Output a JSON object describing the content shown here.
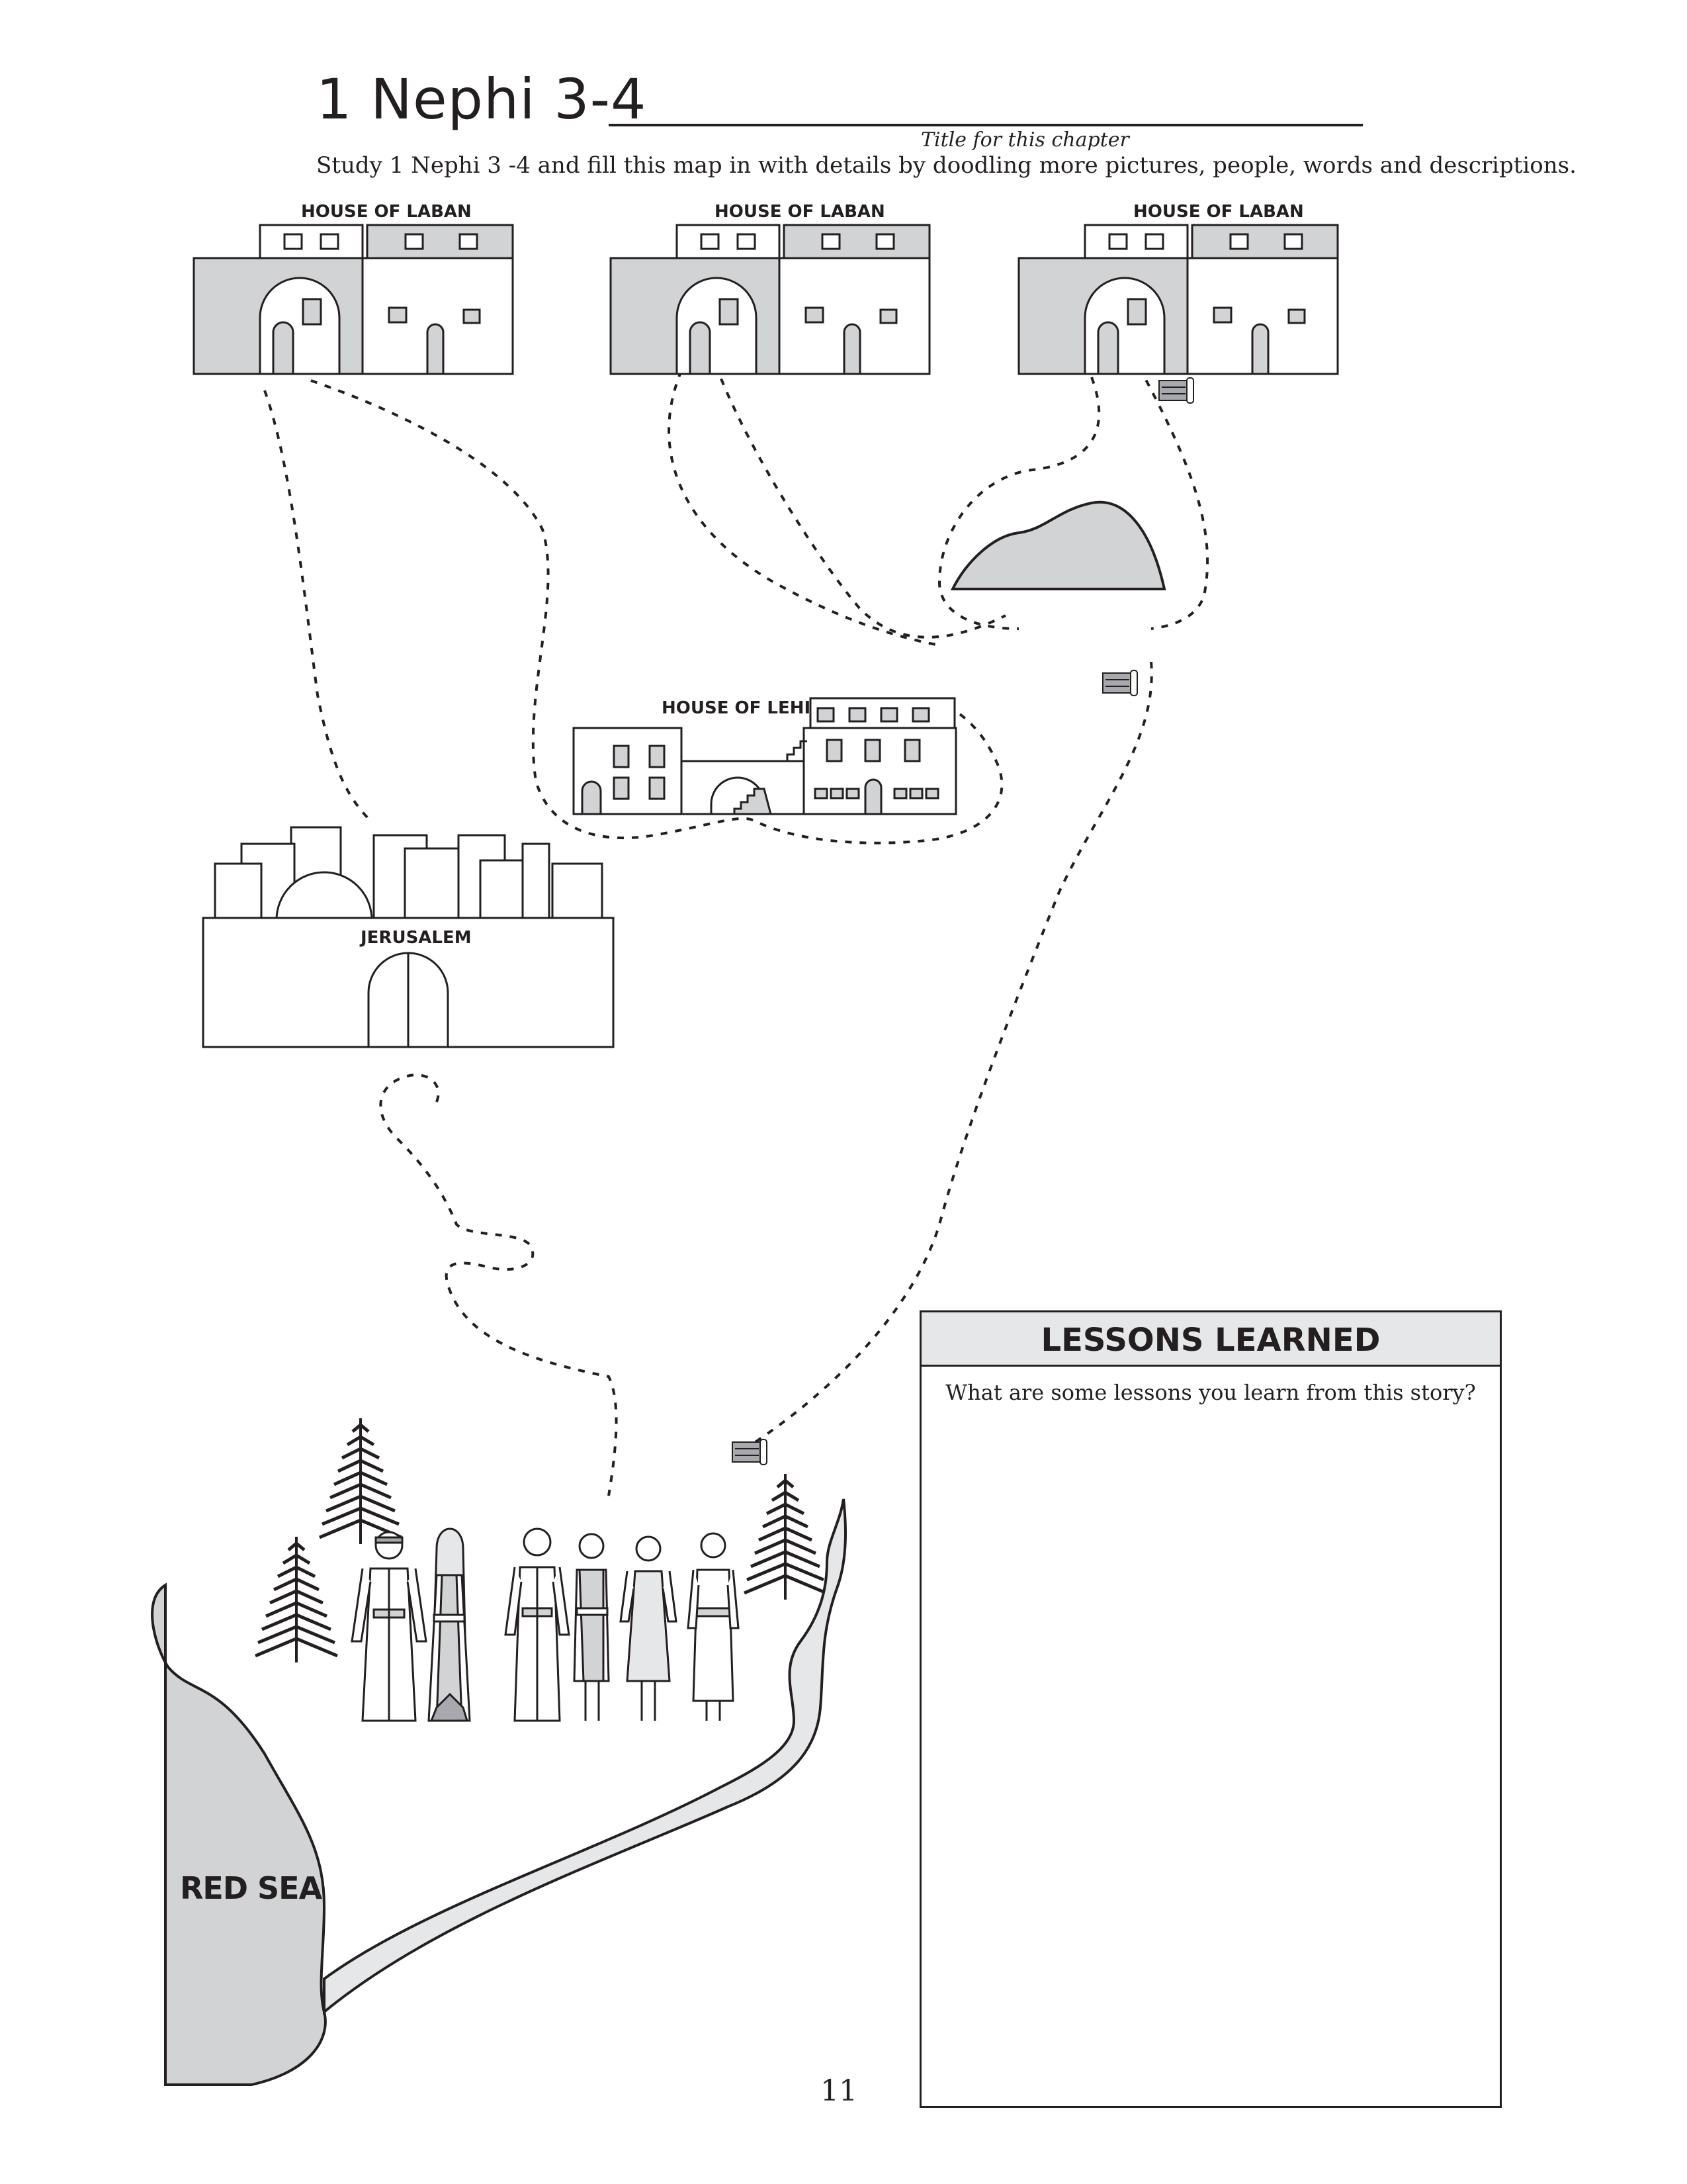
{
  "header": {
    "title": "1 Nephi 3-4",
    "title_caption": "Title for this chapter",
    "instructions": "Study 1 Nephi 3 -4 and fill this map in with details by doodling more pictures, people, words and descriptions."
  },
  "map": {
    "house_of_laban_1": "HOUSE OF LABAN",
    "house_of_laban_2": "HOUSE OF LABAN",
    "house_of_laban_3": "HOUSE OF LABAN",
    "house_of_lehi": "HOUSE OF LEHI",
    "jerusalem": "JERUSALEM",
    "red_sea": "RED SEA"
  },
  "lessons": {
    "title": "LESSONS LEARNED",
    "prompt": "What are some lessons you learn from this story?"
  },
  "footer": {
    "page_number": "11"
  }
}
